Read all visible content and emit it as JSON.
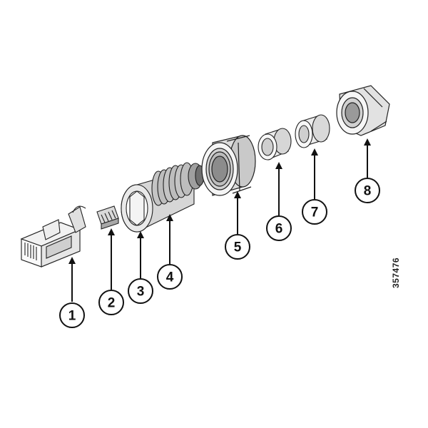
{
  "figure_id": "357476",
  "callouts": [
    {
      "label": "1"
    },
    {
      "label": "2"
    },
    {
      "label": "3"
    },
    {
      "label": "4"
    },
    {
      "label": "5"
    },
    {
      "label": "6"
    },
    {
      "label": "7"
    },
    {
      "label": "8"
    }
  ]
}
